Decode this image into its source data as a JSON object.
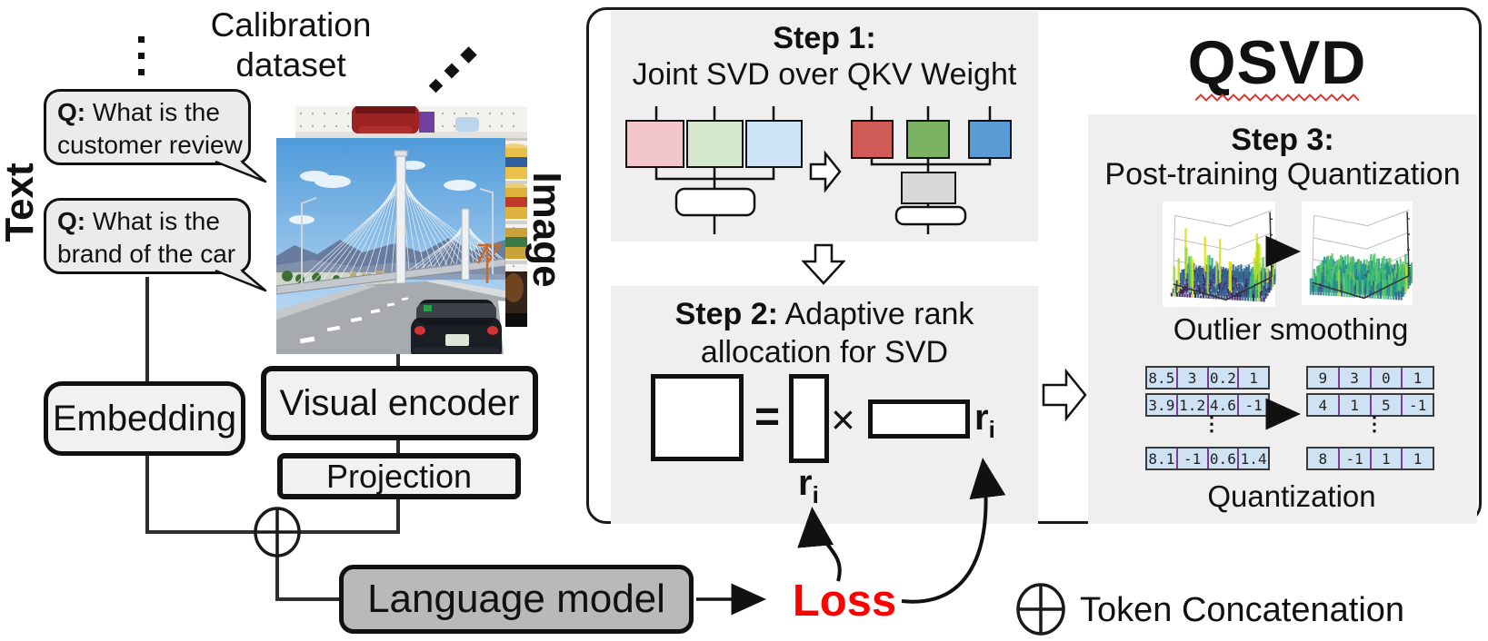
{
  "colors": {
    "loss_text": "#ff0000",
    "squiggle": "#e0342f",
    "panel_bg": "#efefef",
    "bubble_bg": "#ebebeb",
    "flow_box_bg": "#f1f1f1",
    "language_model_bg": "#b9b9b9",
    "wire": "#2e2e2e",
    "cell_bg": "#cfe2f3",
    "cell_separator": "#7d3c98",
    "qkv_pale": [
      "#f2c6cb",
      "#d5e8cd",
      "#cfe3f7"
    ],
    "qkv_sat": [
      "#d05a55",
      "#79b361",
      "#5b9bd5"
    ],
    "joint_gray": "#d8d8d8"
  },
  "left": {
    "dataset_title_line1": "Calibration",
    "dataset_title_line2": "dataset",
    "text_label": "Text",
    "image_label": "Image",
    "bubble1": {
      "q": "Q:",
      "line1": "What is the",
      "line2": "customer review"
    },
    "bubble2": {
      "q": "Q:",
      "line1": "What is the",
      "line2": "brand of the car"
    },
    "embedding": "Embedding",
    "visual_encoder": "Visual encoder",
    "projection": "Projection",
    "language_model": "Language model",
    "loss": "Loss"
  },
  "legend": {
    "icon": "⊕",
    "label": "Token Concatenation"
  },
  "qsvd": {
    "title": "QSVD",
    "step1": {
      "heading": "Step 1:",
      "subtitle": "Joint SVD over QKV Weight"
    },
    "step2": {
      "heading": "Step 2:",
      "heading_rest": " Adaptive rank",
      "line2": "allocation for SVD",
      "eq": "=",
      "times": "×",
      "rank": "r",
      "rank_sub": "i"
    },
    "step3": {
      "heading": "Step 3:",
      "subtitle": "Post-training Quantization",
      "caption_smoothing": "Outlier smoothing",
      "caption_quantization": "Quantization",
      "ellipsis": "⋮",
      "table_left": [
        [
          "8.5",
          "3",
          "0.2",
          "1"
        ],
        [
          "3.9",
          "1.2",
          "4.6",
          "-1"
        ],
        [
          "8.1",
          "-1",
          "0.6",
          "1.4"
        ]
      ],
      "table_right": [
        [
          "9",
          "3",
          "0",
          "1"
        ],
        [
          "4",
          "1",
          "5",
          "-1"
        ],
        [
          "8",
          "-1",
          "1",
          "1"
        ]
      ]
    }
  }
}
